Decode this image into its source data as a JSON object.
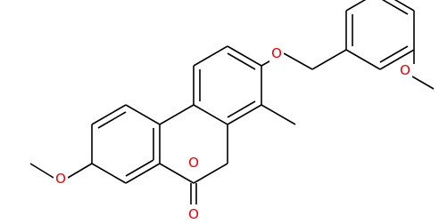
{
  "molecule": {
    "atom_labels": {
      "o_ether_top": "O",
      "o_ring": "O",
      "o_carbonyl": "O",
      "o_methoxy_left": "O",
      "o_methoxy_right": "O"
    },
    "colors": {
      "bond": "#000000",
      "oxygen": "#e8000b",
      "background": "#ffffff"
    }
  }
}
